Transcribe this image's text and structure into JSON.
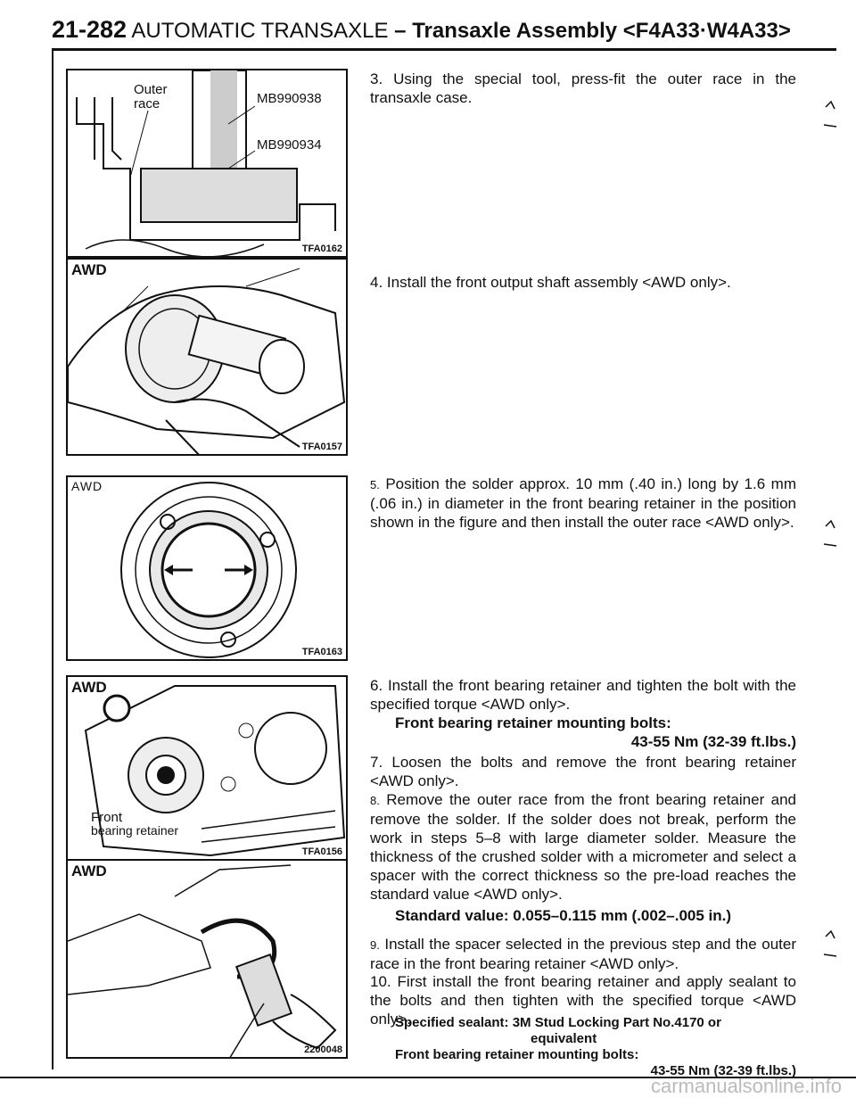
{
  "header": {
    "page": "21-282",
    "chapter": "AUTOMATIC TRANSAXLE",
    "dash": "–",
    "section": "Transaxle Assembly",
    "model_code": "<F4A33·W4A33>"
  },
  "figures": [
    {
      "tag": "",
      "code": "TFA0162",
      "labels": [
        "Outer",
        "race",
        "MB990938",
        "MB990934"
      ]
    },
    {
      "tag": "AWD",
      "code": "TFA0157"
    },
    {
      "tag": "AWD",
      "code": "TFA0163"
    },
    {
      "tag": "AWD",
      "code": "TFA0156",
      "labels": [
        "Front",
        "bearing retainer"
      ]
    },
    {
      "tag": "AWD",
      "code": "2200048"
    }
  ],
  "steps": {
    "s3": {
      "num": "3.",
      "text": "Using the special tool, press-fit the outer race in the transaxle case."
    },
    "s4": {
      "num": "4.",
      "text": "Install the front output shaft assembly <AWD only>."
    },
    "s5": {
      "num": "5.",
      "text": "Position the solder approx. 10 mm (.40 in.) long by 1.6 mm (.06 in.) in diameter in the front bearing retainer in the position shown in the figure and then install the outer race <AWD only>."
    },
    "s6": {
      "num": "6.",
      "text": "Install the front bearing retainer and tighten the bolt with the specified torque <AWD only>.",
      "spec_label": "Front bearing retainer mounting bolts:",
      "spec_value": "43-55 Nm (32-39 ft.lbs.)"
    },
    "s7": {
      "num": "7.",
      "text": "Loosen the bolts and remove the front bearing retainer <AWD only>."
    },
    "s8": {
      "num": "8.",
      "text": "Remove the outer race from the front bearing retainer and remove the solder. If the solder does not break, perform the work in steps 5–8 with large diameter solder. Measure the thickness of the crushed solder with a micrometer and select a spacer with the correct thickness so the pre-load reaches the standard value <AWD only>.",
      "spec": "Standard value: 0.055–0.115 mm (.002–.005 in.)"
    },
    "s9": {
      "num": "9.",
      "text": "Install the spacer selected in the previous step and the outer race in the front bearing retainer <AWD only>."
    },
    "s10": {
      "num": "10.",
      "text": "First install the front bearing retainer and apply sealant to the bolts and then tighten with the specified torque <AWD only>.",
      "sealant_label": "Specified sealant: 3M Stud Locking Part No.4170 or",
      "sealant_value": "equivalent",
      "spec_label": "Front bearing retainer mounting bolts:",
      "spec_value": "43-55 Nm (32-39 ft.lbs.)"
    }
  },
  "footer": {
    "watermark": "carmanualsonline.info"
  }
}
